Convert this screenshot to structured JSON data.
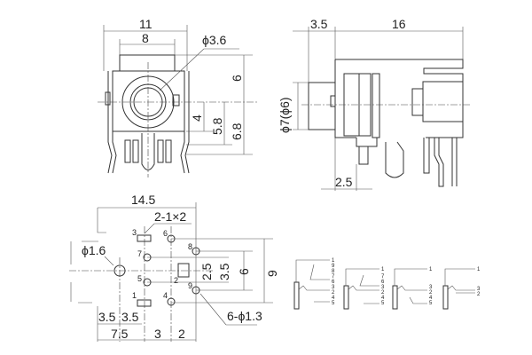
{
  "front_view": {
    "width_outer": "11",
    "width_inner": "8",
    "hole_diameter": "ϕ3.6",
    "height_top": "6",
    "height_a": "4",
    "height_b": "5.8",
    "height_c": "6.8"
  },
  "side_view": {
    "front_depth": "3.5",
    "body_length": "16",
    "barrel_diameter": "ϕ7(ϕ6)",
    "pin_offset": "2.5"
  },
  "pcb_layout": {
    "overall_width": "14.5",
    "slot_spec": "2-1×2",
    "locator_hole": "ϕ1.6",
    "pin_holes": "6-ϕ1.3",
    "dim_3_5_a": "3.5",
    "dim_3_5_b": "3.5",
    "dim_7_5": "7.5",
    "dim_3": "3",
    "dim_2": "2",
    "dim_2_5": "2.5",
    "dim_3_5_v": "3.5",
    "dim_6": "6",
    "dim_9": "9",
    "pins": [
      "1",
      "2",
      "3",
      "4",
      "5",
      "6",
      "7",
      "8",
      "9"
    ]
  },
  "schematics": [
    {
      "pins": [
        "1",
        "9",
        "8",
        "7",
        "6",
        "3",
        "2",
        "4",
        "5"
      ]
    },
    {
      "pins": [
        "1",
        "7",
        "6",
        "3",
        "2",
        "4",
        "5"
      ]
    },
    {
      "pins": [
        "1",
        "3",
        "2",
        "4",
        "5"
      ]
    },
    {
      "pins": [
        "1",
        "3",
        "2"
      ]
    }
  ]
}
